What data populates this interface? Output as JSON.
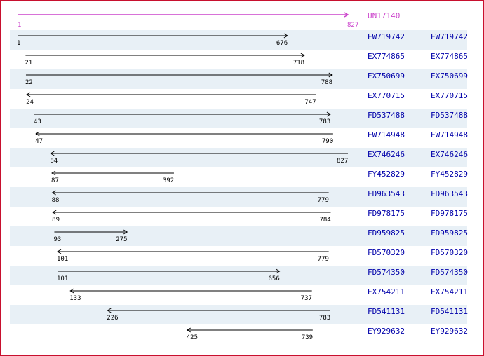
{
  "reference": {
    "name": "UN17140",
    "start": 1,
    "end": 827,
    "direction": "forward",
    "color": "#cc44cc"
  },
  "scale": {
    "min": 1,
    "max": 827
  },
  "colors": {
    "frame": "#c8102e",
    "band": "#e8f0f6",
    "label": "#0000aa",
    "line": "#000000"
  },
  "alignments": [
    {
      "id": "EW719742",
      "start": 1,
      "end": 676,
      "direction": "forward"
    },
    {
      "id": "EX774865",
      "start": 21,
      "end": 718,
      "direction": "forward"
    },
    {
      "id": "EX750699",
      "start": 22,
      "end": 788,
      "direction": "forward"
    },
    {
      "id": "EX770715",
      "start": 24,
      "end": 747,
      "direction": "reverse"
    },
    {
      "id": "FD537488",
      "start": 43,
      "end": 783,
      "direction": "forward"
    },
    {
      "id": "EW714948",
      "start": 47,
      "end": 790,
      "direction": "reverse"
    },
    {
      "id": "EX746246",
      "start": 84,
      "end": 827,
      "direction": "reverse"
    },
    {
      "id": "FY452829",
      "start": 87,
      "end": 392,
      "direction": "reverse"
    },
    {
      "id": "FD963543",
      "start": 88,
      "end": 779,
      "direction": "reverse"
    },
    {
      "id": "FD978175",
      "start": 89,
      "end": 784,
      "direction": "reverse"
    },
    {
      "id": "FD959825",
      "start": 93,
      "end": 275,
      "direction": "forward"
    },
    {
      "id": "FD570320",
      "start": 101,
      "end": 779,
      "direction": "reverse"
    },
    {
      "id": "FD574350",
      "start": 101,
      "end": 656,
      "direction": "forward"
    },
    {
      "id": "EX754211",
      "start": 133,
      "end": 737,
      "direction": "reverse"
    },
    {
      "id": "FD541131",
      "start": 226,
      "end": 783,
      "direction": "reverse"
    },
    {
      "id": "EY929632",
      "start": 425,
      "end": 739,
      "direction": "reverse"
    }
  ]
}
